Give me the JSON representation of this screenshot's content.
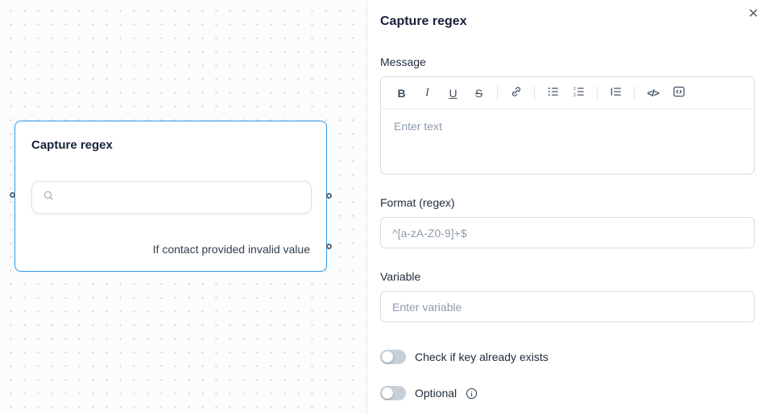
{
  "colors": {
    "accent": "#2d9bf0",
    "toggle_off_track": "#c7cfd7",
    "panel_background": "#ffffff",
    "canvas_background": "#fbfcfd"
  },
  "canvas": {
    "node": {
      "title": "Capture regex",
      "condition_label": "If contact provided invalid value"
    }
  },
  "panel": {
    "title": "Capture regex",
    "close_glyph": "✕",
    "message": {
      "label": "Message",
      "placeholder": "Enter text",
      "toolbar": {
        "bold": "B",
        "italic": "I",
        "underline": "U",
        "strike": "S",
        "code": "</>"
      }
    },
    "format": {
      "label": "Format (regex)",
      "placeholder": "^[a-zA-Z0-9]+$"
    },
    "variable": {
      "label": "Variable",
      "placeholder": "Enter variable"
    },
    "toggles": [
      {
        "label": "Check if key already exists",
        "state": "off"
      },
      {
        "label": "Optional",
        "state": "off"
      }
    ]
  }
}
